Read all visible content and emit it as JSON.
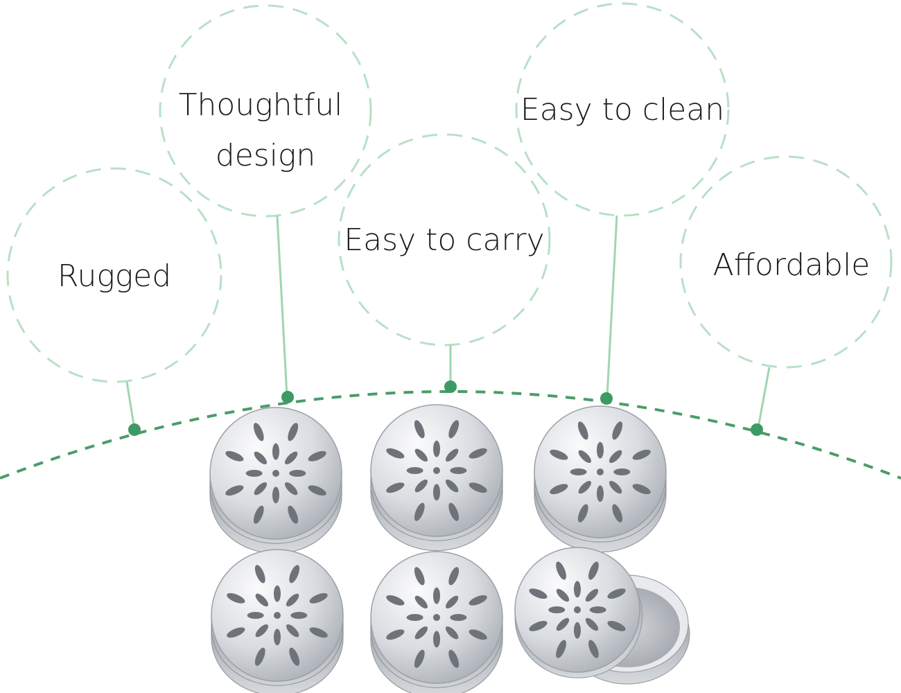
{
  "features": [
    {
      "id": "rugged",
      "label": "Rugged",
      "lines": [
        "Rugged"
      ]
    },
    {
      "id": "thoughtful-design",
      "label": "Thoughtful design",
      "lines": [
        "Thoughtful",
        "design"
      ]
    },
    {
      "id": "easy-to-carry",
      "label": "Easy to carry",
      "lines": [
        "Easy to carry"
      ]
    },
    {
      "id": "easy-to-clean",
      "label": "Easy to clean",
      "lines": [
        "Easy to clean"
      ]
    },
    {
      "id": "affordable",
      "label": "Affordable",
      "lines": [
        "Affordable"
      ]
    }
  ],
  "colors": {
    "accent": "#3d9a62",
    "dashed_circle": "#b8e0c6",
    "connector": "#9fd6b0",
    "arc": "#4a9c6a",
    "tin_light": "#f4f5f7",
    "tin_mid": "#c8ccd2",
    "tin_dark": "#8f949b",
    "hole": "#6e737a"
  },
  "product": {
    "name": "aluminum tin with perforated lid",
    "count": 6,
    "icon": "tin-icon"
  }
}
